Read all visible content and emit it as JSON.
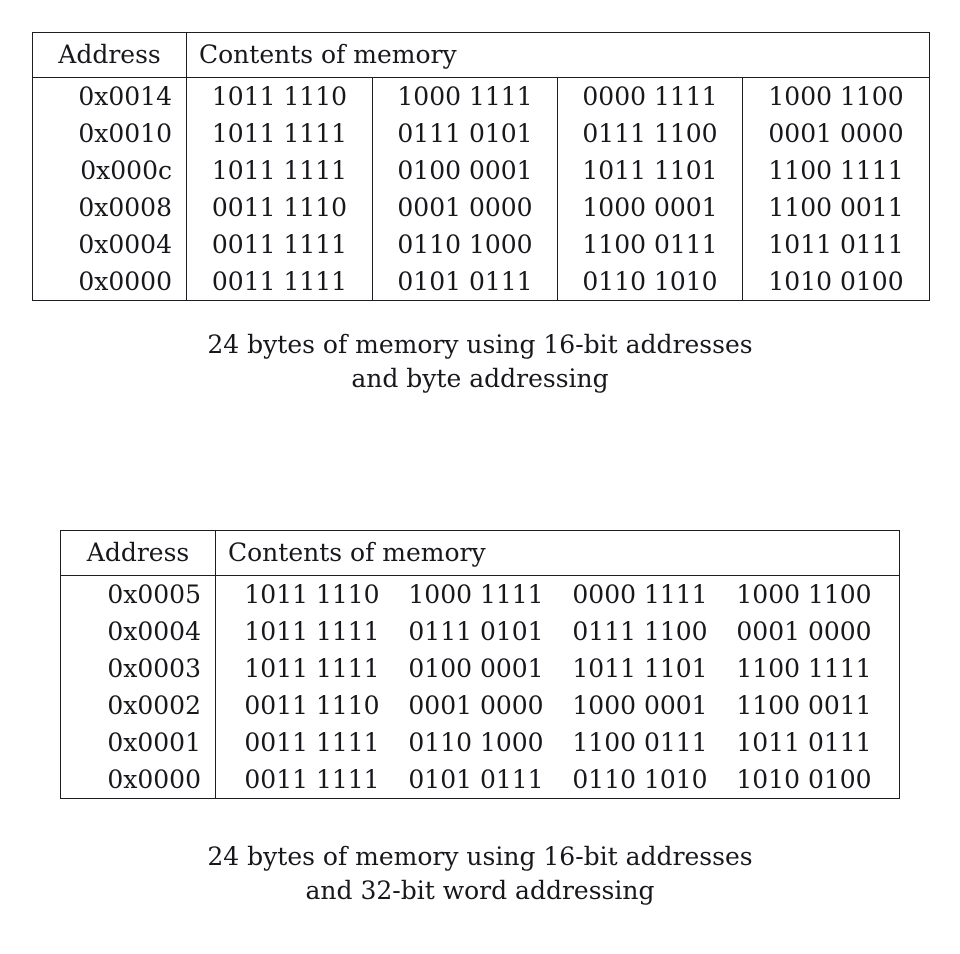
{
  "document": {
    "kind": "memory-addressing-figures",
    "figure_count": 2
  },
  "figures": [
    {
      "id": "byte-addressing",
      "table": {
        "headers": {
          "address": "Address",
          "contents": "Contents of memory"
        },
        "column_style": "ruled-byte-columns",
        "rows": [
          {
            "address": "0x0014",
            "bytes": [
              "1011 1110",
              "1000 1111",
              "0000 1111",
              "1000 1100"
            ]
          },
          {
            "address": "0x0010",
            "bytes": [
              "1011 1111",
              "0111 0101",
              "0111 1100",
              "0001 0000"
            ]
          },
          {
            "address": "0x000c",
            "bytes": [
              "1011 1111",
              "0100 0001",
              "1011 1101",
              "1100 1111"
            ]
          },
          {
            "address": "0x0008",
            "bytes": [
              "0011 1110",
              "0001 0000",
              "1000 0001",
              "1100 0011"
            ]
          },
          {
            "address": "0x0004",
            "bytes": [
              "0011 1111",
              "0110 1000",
              "1100 0111",
              "1011 0111"
            ]
          },
          {
            "address": "0x0000",
            "bytes": [
              "0011 1111",
              "0101 0111",
              "0110 1010",
              "1010 0100"
            ]
          }
        ]
      },
      "caption": {
        "line1": "24 bytes of memory using 16-bit addresses",
        "line2": "and byte addressing"
      }
    },
    {
      "id": "word-addressing",
      "table": {
        "headers": {
          "address": "Address",
          "contents": "Contents of memory"
        },
        "column_style": "merged-contents-column",
        "rows": [
          {
            "address": "0x0005",
            "bytes": [
              "1011 1110",
              "1000 1111",
              "0000 1111",
              "1000 1100"
            ]
          },
          {
            "address": "0x0004",
            "bytes": [
              "1011 1111",
              "0111 0101",
              "0111 1100",
              "0001 0000"
            ]
          },
          {
            "address": "0x0003",
            "bytes": [
              "1011 1111",
              "0100 0001",
              "1011 1101",
              "1100 1111"
            ]
          },
          {
            "address": "0x0002",
            "bytes": [
              "0011 1110",
              "0001 0000",
              "1000 0001",
              "1100 0011"
            ]
          },
          {
            "address": "0x0001",
            "bytes": [
              "0011 1111",
              "0110 1000",
              "1100 0111",
              "1011 0111"
            ]
          },
          {
            "address": "0x0000",
            "bytes": [
              "0011 1111",
              "0101 0111",
              "0110 1010",
              "1010 0100"
            ]
          }
        ]
      },
      "caption": {
        "line1": "24 bytes of memory using 16-bit addresses",
        "line2": "and 32-bit word addressing"
      }
    }
  ],
  "colors": {
    "page_background": "#ffffff",
    "text": "#17171c",
    "rule": "#1d1d22"
  }
}
